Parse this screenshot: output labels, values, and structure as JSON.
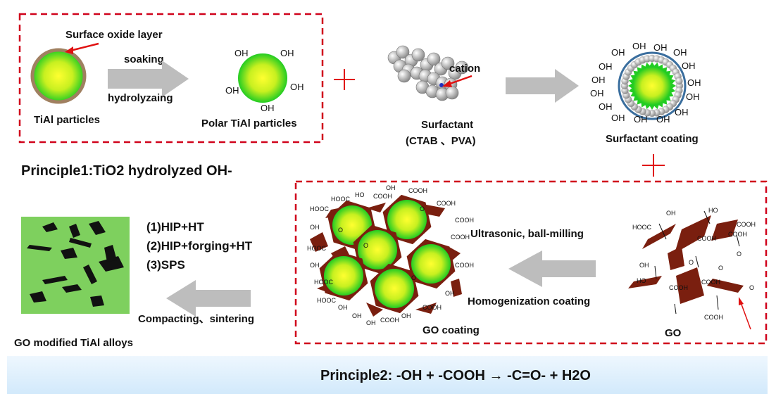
{
  "labels": {
    "surface_oxide": "Surface oxide layer",
    "soaking": "soaking",
    "hydrolyzing": "hydrolyzaing",
    "tial_particles": "TiAl particles",
    "polar_tial": "Polar TiAl particles",
    "cation": "cation",
    "surfactant": "Surfactant",
    "surfactant_types": "(CTAB 、PVA)",
    "surfactant_coating": "Surfactant coating",
    "principle1": "Principle1:TiO2 hydrolyzed OH-",
    "process1": "(1)HIP+HT",
    "process2": "(2)HIP+forging+HT",
    "process3": "(3)SPS",
    "compacting": "Compacting、sintering",
    "go_modified": "GO modified TiAl alloys",
    "go_coating": "GO coating",
    "ultrasonic": "Ultrasonic, ball-milling",
    "homogenization": "Homogenization  coating",
    "go": "GO",
    "principle2": "Principle2: -OH + -COOH → -C=O- + H2O"
  },
  "groups": {
    "hydroxyl": "OH",
    "carboxyl": "COOH",
    "carboxyl_rev": "HOOC",
    "ketone": "O",
    "ho": "HO"
  },
  "colors": {
    "dashed_border": "#d0021b",
    "arrow_gray": "#bdbdbd",
    "particle_green": "#22cc22",
    "particle_core": "#ffff00",
    "oxide_layer": "#a08060",
    "go_sheet": "#7a1f0f",
    "alloy_bg": "#7ed05e",
    "principle2_band": "#dceefb"
  }
}
